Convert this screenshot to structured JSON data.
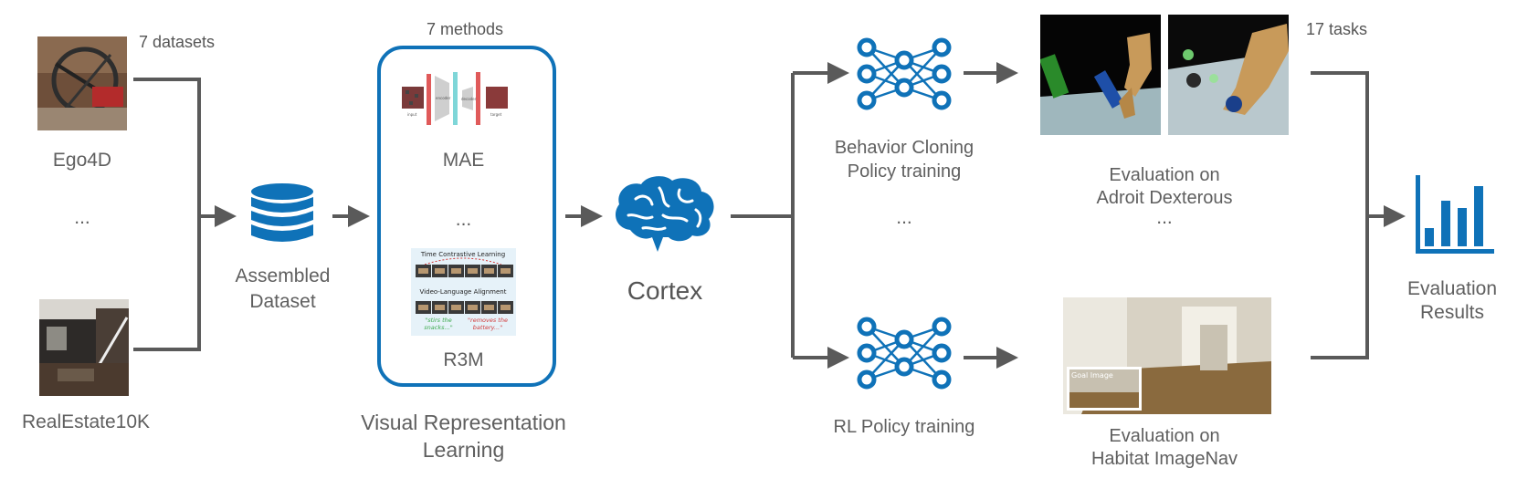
{
  "datasets": {
    "count_label": "7 datasets",
    "items": [
      "Ego4D",
      "...",
      "RealEstate10K"
    ]
  },
  "assembled": {
    "line1": "Assembled",
    "line2": "Dataset"
  },
  "methods": {
    "count_label": "7 methods",
    "items": [
      "MAE",
      "...",
      "R3M"
    ],
    "section_line1": "Visual Representation",
    "section_line2": "Learning",
    "mae_fig": {
      "input": "input",
      "encoder": "encoder",
      "decoder": "decoder",
      "target": "target"
    },
    "r3m_fig": {
      "tcl": "Time Contrastive Learning",
      "vla": "Video-Language Alignment",
      "cap_green_1": "\"stirs the",
      "cap_green_2": "snacks...\"",
      "cap_red_1": "\"removes the",
      "cap_red_2": "battery...\""
    }
  },
  "cortex": {
    "label": "Cortex"
  },
  "policy": {
    "bc_line1": "Behavior Cloning",
    "bc_line2": "Policy training",
    "dots": "...",
    "rl": "RL Policy training"
  },
  "evaluation": {
    "tasks_label": "17 tasks",
    "adroit_line1": "Evaluation on",
    "adroit_line2": "Adroit Dexterous",
    "dots": "...",
    "habitat_line1": "Evaluation on",
    "habitat_line2": "Habitat ImageNav",
    "goal_image": "Goal Image"
  },
  "results": {
    "line1": "Evaluation",
    "line2": "Results"
  },
  "colors": {
    "accent": "#0f72b8",
    "arrow": "#5a5a5a",
    "text": "#5f5f5f"
  }
}
